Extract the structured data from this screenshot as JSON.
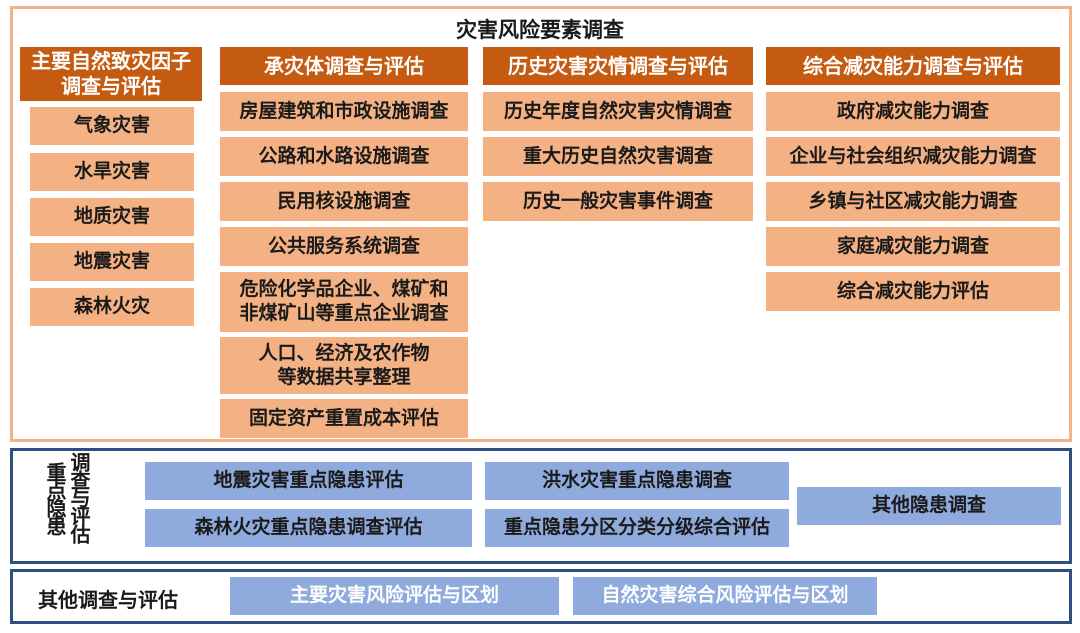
{
  "top_section": {
    "title": "灾害风险要素调查",
    "columns": [
      {
        "header": "主要自然致灾因子调查与评估",
        "items": [
          "气象灾害",
          "水旱灾害",
          "地质灾害",
          "地震灾害",
          "森林火灾"
        ]
      },
      {
        "header": "承灾体调查与评估",
        "items": [
          "房屋建筑和市政设施调查",
          "公路和水路设施调查",
          "民用核设施调查",
          "公共服务系统调查",
          "危险化学品企业、煤矿和非煤矿山等重点企业调查",
          "人口、经济及农作物等数据共享整理",
          "固定资产重置成本评估"
        ]
      },
      {
        "header": "历史灾害灾情调查与评估",
        "items": [
          "历史年度自然灾害灾情调查",
          "重大历史自然灾害调查",
          "历史一般灾害事件调查"
        ]
      },
      {
        "header": "综合减灾能力调查与评估",
        "items": [
          "政府减灾能力调查",
          "企业与社会组织减灾能力调查",
          "乡镇与社区减灾能力调查",
          "家庭减灾能力调查",
          "综合减灾能力评估"
        ]
      }
    ]
  },
  "middle_section": {
    "label_part1": "重点隐患",
    "label_part2": "调查与评估",
    "items": [
      "地震灾害重点隐患评估",
      "洪水灾害重点隐患调查",
      "森林火灾重点隐患调查评估",
      "重点隐患分区分类分级综合评估",
      "其他隐患调查"
    ]
  },
  "bottom_section": {
    "label": "其他调查与评估",
    "items": [
      "主要灾害风险评估与区划",
      "自然灾害综合风险评估与区划"
    ]
  },
  "colors": {
    "orange_border": "#f4b183",
    "header_fill": "#c55a11",
    "item_fill": "#f4b183",
    "blue_fill": "#8faadc",
    "navy_border": "#2f4f7f"
  }
}
